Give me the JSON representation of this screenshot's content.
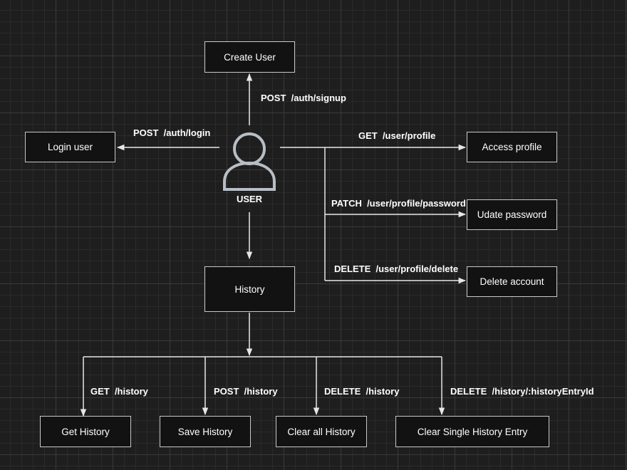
{
  "actor": {
    "label": "USER"
  },
  "nodes": {
    "create_user": "Create User",
    "login_user": "Login user",
    "access_profile": "Access profile",
    "update_password": "Udate password",
    "delete_account": "Delete account",
    "history": "History",
    "get_history": "Get History",
    "save_history": "Save History",
    "clear_all_history": "Clear all History",
    "clear_single_history": "Clear Single History Entry"
  },
  "edges": {
    "signup": "POST  /auth/signup",
    "login": "POST  /auth/login",
    "get_profile": "GET  /user/profile",
    "patch_password": "PATCH  /user/profile/password",
    "delete_profile": "DELETE  /user/profile/delete",
    "get_history": "GET  /history",
    "post_history": "POST  /history",
    "delete_history": "DELETE  /history",
    "delete_history_entry": "DELETE  /history/:historyEntryId"
  },
  "colors": {
    "background": "#1e1e1e",
    "stroke": "#c8c8c8",
    "node_fill": "#121212",
    "text": "#ffffff"
  }
}
